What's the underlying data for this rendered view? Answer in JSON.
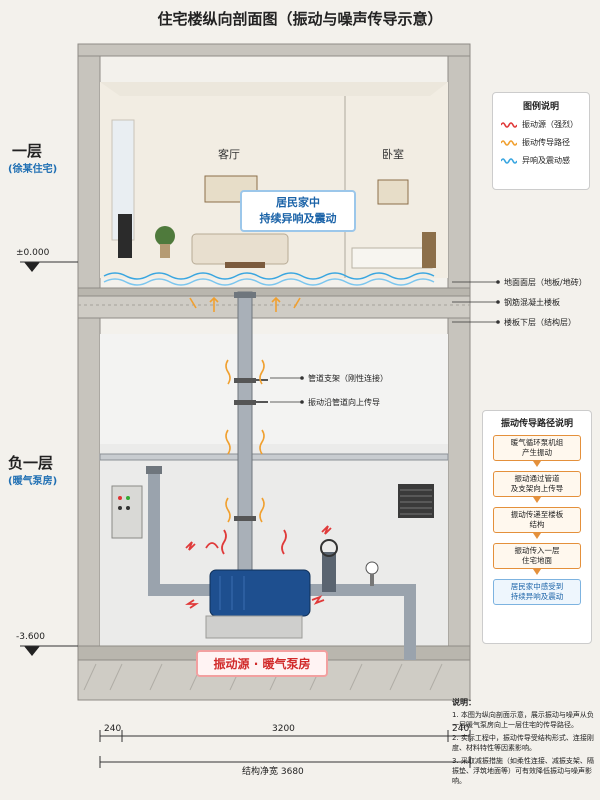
{
  "title": "住宅楼纵向剖面图（振动与噪声传导示意）",
  "floors": {
    "upper": {
      "name": "一层",
      "sub": "(徐某住宅)"
    },
    "lower": {
      "name": "负一层",
      "sub": "(暖气泵房)"
    }
  },
  "elevations": {
    "upper": "±0.000",
    "lower": "-3.600"
  },
  "rooms": {
    "living": "客厅",
    "bedroom": "卧室"
  },
  "alert_text": [
    "居民家中",
    "持续异响及震动"
  ],
  "source_label": "振动源 · 暖气泵房",
  "callouts": [
    "地面面层（地板/地砖）",
    "钢筋混凝土楼板",
    "楼板下层（结构层）",
    "管道支架（刚性连接）",
    "振动沿管道向上传导"
  ],
  "legend": {
    "title": "图例说明",
    "items": [
      {
        "label": "振动源（强烈）",
        "color": "#e03a3a"
      },
      {
        "label": "振动传导路径",
        "color": "#f0a030"
      },
      {
        "label": "异响及震动感",
        "color": "#3aa6e0"
      }
    ]
  },
  "flow": {
    "title": "振动传导路径说明",
    "steps": [
      [
        "暖气循环泵机组",
        "产生振动"
      ],
      [
        "振动通过管道",
        "及支架向上传导"
      ],
      [
        "振动传递至楼板",
        "结构"
      ],
      [
        "振动传入一层",
        "住宅地面"
      ],
      [
        "居民家中感受到",
        "持续异响及震动"
      ]
    ]
  },
  "dimensions": {
    "left": "240",
    "center": "3200",
    "right": "240",
    "total": "结构净宽 3680"
  },
  "notes": {
    "title": "说明：",
    "items": [
      "1. 本图为纵向剖面示意，展示振动与噪声从负一层暖气泵房向上一层住宅的传导路径。",
      "2. 实际工程中，振动传导受结构形式、连接刚度、材料特性等因素影响。",
      "3. 采取减振措施（如柔性连接、减振支架、隔振垫、浮筑地面等）可有效降低振动与噪声影响。"
    ]
  },
  "colors": {
    "wall": "#bdbab3",
    "slab": "#c9c6bf",
    "pipe": "#9aa3ad",
    "pump": "#1e4f8f"
  }
}
